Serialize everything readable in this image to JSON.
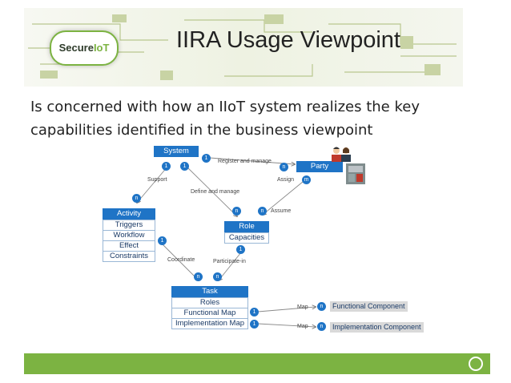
{
  "header": {
    "logo_prefix": "Secure",
    "logo_suffix": "IoT",
    "title": "IIRA Usage Viewpoint"
  },
  "body": {
    "description": "Is concerned with how an IIoT system realizes the key capabilities identified in the business viewpoint"
  },
  "diagram": {
    "system": "System",
    "party": "Party",
    "activity": {
      "title": "Activity",
      "rows": [
        "Triggers",
        "Workflow",
        "Effect",
        "Constraints"
      ]
    },
    "role": {
      "title": "Role",
      "rows": [
        "Capacities"
      ]
    },
    "task": {
      "title": "Task",
      "rows": [
        "Roles",
        "Functional Map",
        "Implementation Map"
      ]
    },
    "functional_component": "Functional Component",
    "implementation_component": "Implementation Component",
    "labels": {
      "register": "Register and manage",
      "support": "Support",
      "define": "Define and manage",
      "assign": "Assign",
      "assume": "Assume",
      "coordinate": "Coordinate",
      "participate": "Participate-in",
      "map1": "Map",
      "map2": "Map"
    },
    "mult": {
      "sys_right": "1",
      "sys_left": "1",
      "sys_mid": "1",
      "party_n": "n",
      "party_m": "m",
      "activity_n": "n",
      "role_n1": "n",
      "role_n2": "n",
      "role_1": "1",
      "activity_1": "1",
      "task_n1": "n",
      "task_n2": "n",
      "fm_1": "1",
      "im_1": "1",
      "fc_n": "n",
      "ic_n": "n"
    }
  },
  "colors": {
    "box": "#1f74c6",
    "accent": "#7cb342"
  }
}
